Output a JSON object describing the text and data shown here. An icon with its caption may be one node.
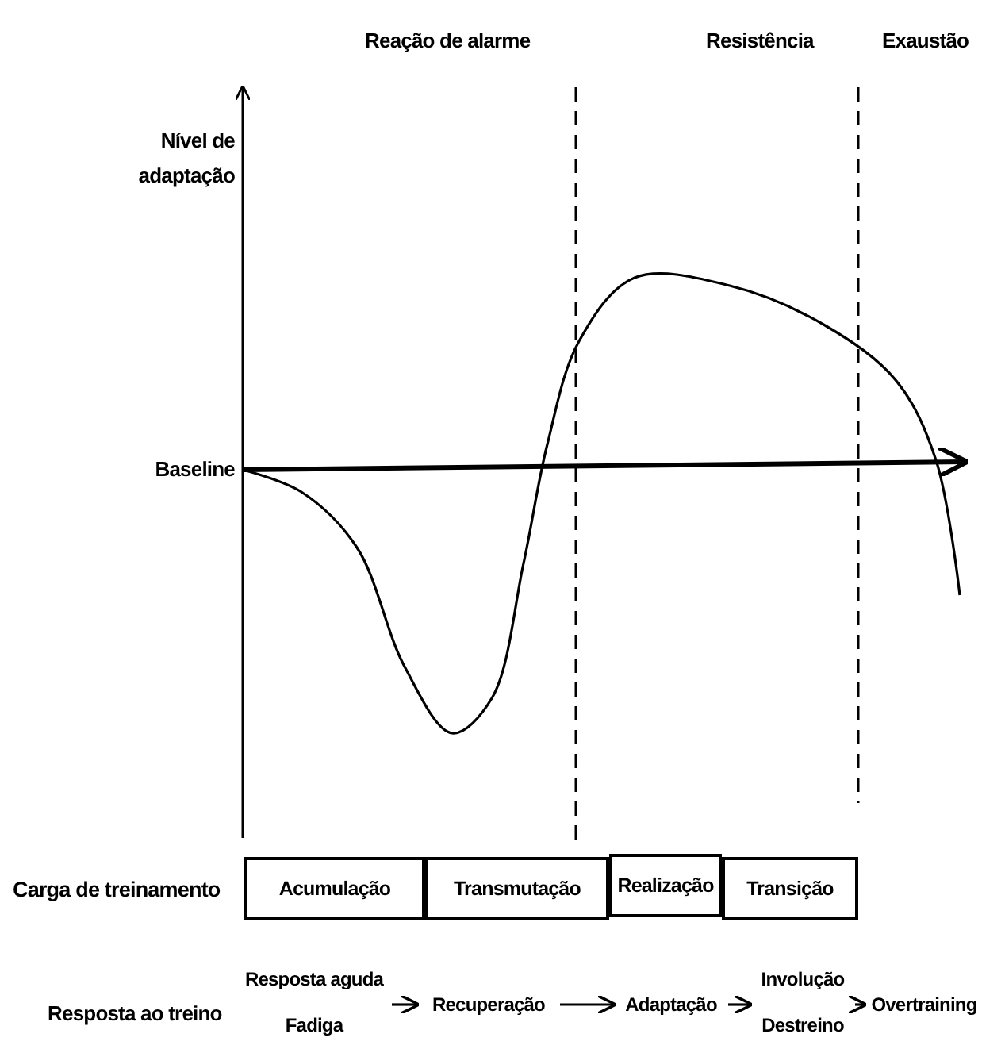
{
  "diagram": {
    "nodes": [
      {
        "text": [
          "Acumulação"
        ]
      },
      {
        "text": [
          "Transmutação"
        ]
      },
      {
        "text": [
          "Realização"
        ]
      },
      {
        "text": [
          "Transição"
        ]
      },
      {
        "text": [
          "Resposta aguda",
          "Fadiga"
        ]
      },
      {
        "text": [
          "Recuperação"
        ]
      },
      {
        "text": [
          "Adaptação"
        ]
      },
      {
        "text": [
          "Involução",
          "Destreino"
        ]
      },
      {
        "text": [
          "Overtraining"
        ]
      }
    ],
    "edges": [
      {
        "from": 4,
        "to": 5,
        "arrow": "to"
      },
      {
        "from": 5,
        "to": 6,
        "arrow": "to"
      },
      {
        "from": 6,
        "to": 7,
        "arrow": "to"
      },
      {
        "from": 7,
        "to": 8,
        "arrow": "to"
      }
    ],
    "labels": [
      "Reação de alarme",
      "Resistência",
      "Exaustão",
      "Nível de adaptação",
      "Baseline",
      "Carga de treinamento",
      "Resposta ao treino"
    ]
  }
}
